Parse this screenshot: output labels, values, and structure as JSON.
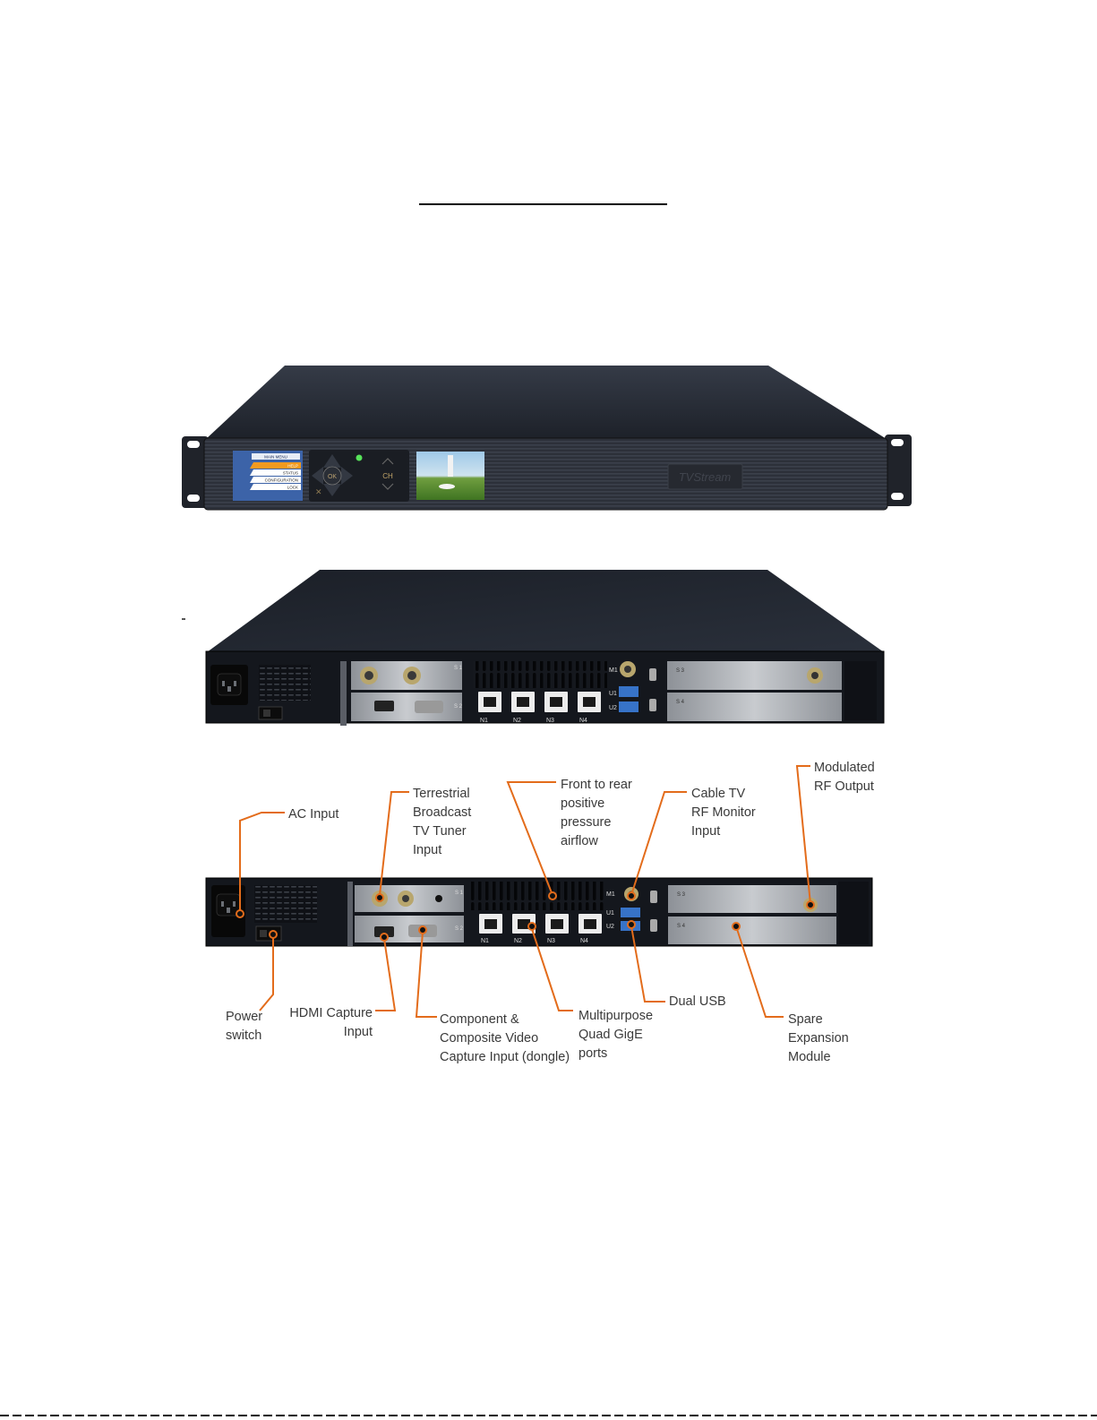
{
  "front_panel": {
    "lcd_menu": {
      "title": "MAIN MENU",
      "items": [
        "HELP",
        "STATUS",
        "CONFIGURATION",
        "LOCK"
      ]
    },
    "keypad_ok": "OK",
    "ch_label": "CH",
    "brand": "TVStream"
  },
  "rear_labels": {
    "slot_left_top": "S 1",
    "slot_left_bottom": "S 2",
    "slot_right_top": "S 3",
    "slot_right_bottom": "S 4",
    "m1": "M1",
    "u1": "U1",
    "u2": "U2",
    "ports": [
      "N1",
      "N2",
      "N3",
      "N4"
    ]
  },
  "callouts": {
    "ac_input": "AC Input",
    "terrestrial": "Terrestrial\nBroadcast\nTV Tuner\nInput",
    "airflow": "Front to rear\npositive\npressure\nairflow",
    "cable_tv": "Cable TV\nRF Monitor\nInput",
    "modulated_rf": "Modulated\nRF Output",
    "power_switch": "Power\nswitch",
    "hdmi_capture": "HDMI Capture\nInput",
    "component": "Component &\nComposite Video\nCapture Input (dongle)",
    "multipurpose": "Multipurpose\nQuad GigE\nports",
    "dual_usb": "Dual USB",
    "spare": "Spare\nExpansion\nModule"
  },
  "colors": {
    "leader": "#e36c1b",
    "chassis": "#15181f",
    "callout_text": "#3a3a3a"
  }
}
